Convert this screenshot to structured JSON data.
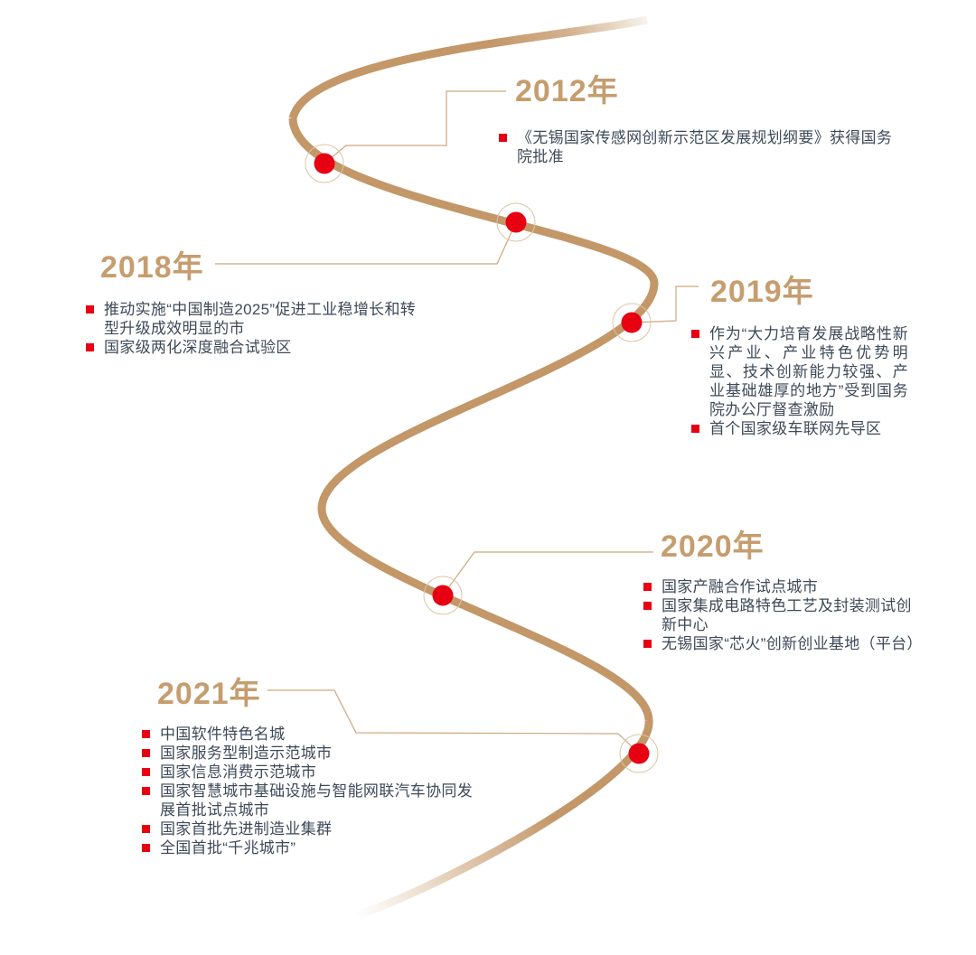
{
  "palette": {
    "curve_gold": "#C39768",
    "year_label_gold": "#C69D6E",
    "connector_line": "#CFA87C",
    "ring_outline": "#DCC4A6",
    "accent_red": "#E60012",
    "body_text": "#3E4A58",
    "background": "#FFFFFF"
  },
  "timeline": {
    "milestones": [
      {
        "year": "2012年",
        "items": [
          "《无锡国家传感网创新示范区发展规划纲要》获得国务院批准"
        ]
      },
      {
        "year": "2018年",
        "items": [
          "推动实施“中国制造2025”促进工业稳增长和转型升级成效明显的市",
          "国家级两化深度融合试验区"
        ]
      },
      {
        "year": "2019年",
        "items": [
          "作为“大力培育发展战略性新兴产业、产业特色优势明显、技术创新能力较强、产业基础雄厚的地方”受到国务院办公厅督查激励",
          "首个国家级车联网先导区"
        ]
      },
      {
        "year": "2020年",
        "items": [
          "国家产融合作试点城市",
          "国家集成电路特色工艺及封装测试创新中心",
          "无锡国家“芯火”创新创业基地（平台）"
        ]
      },
      {
        "year": "2021年",
        "items": [
          "中国软件特色名城",
          "国家服务型制造示范城市",
          "国家信息消费示范城市",
          "国家智慧城市基础设施与智能网联汽车协同发展首批试点城市",
          "国家首批先进制造业集群",
          "全国首批“千兆城市”"
        ]
      }
    ]
  }
}
